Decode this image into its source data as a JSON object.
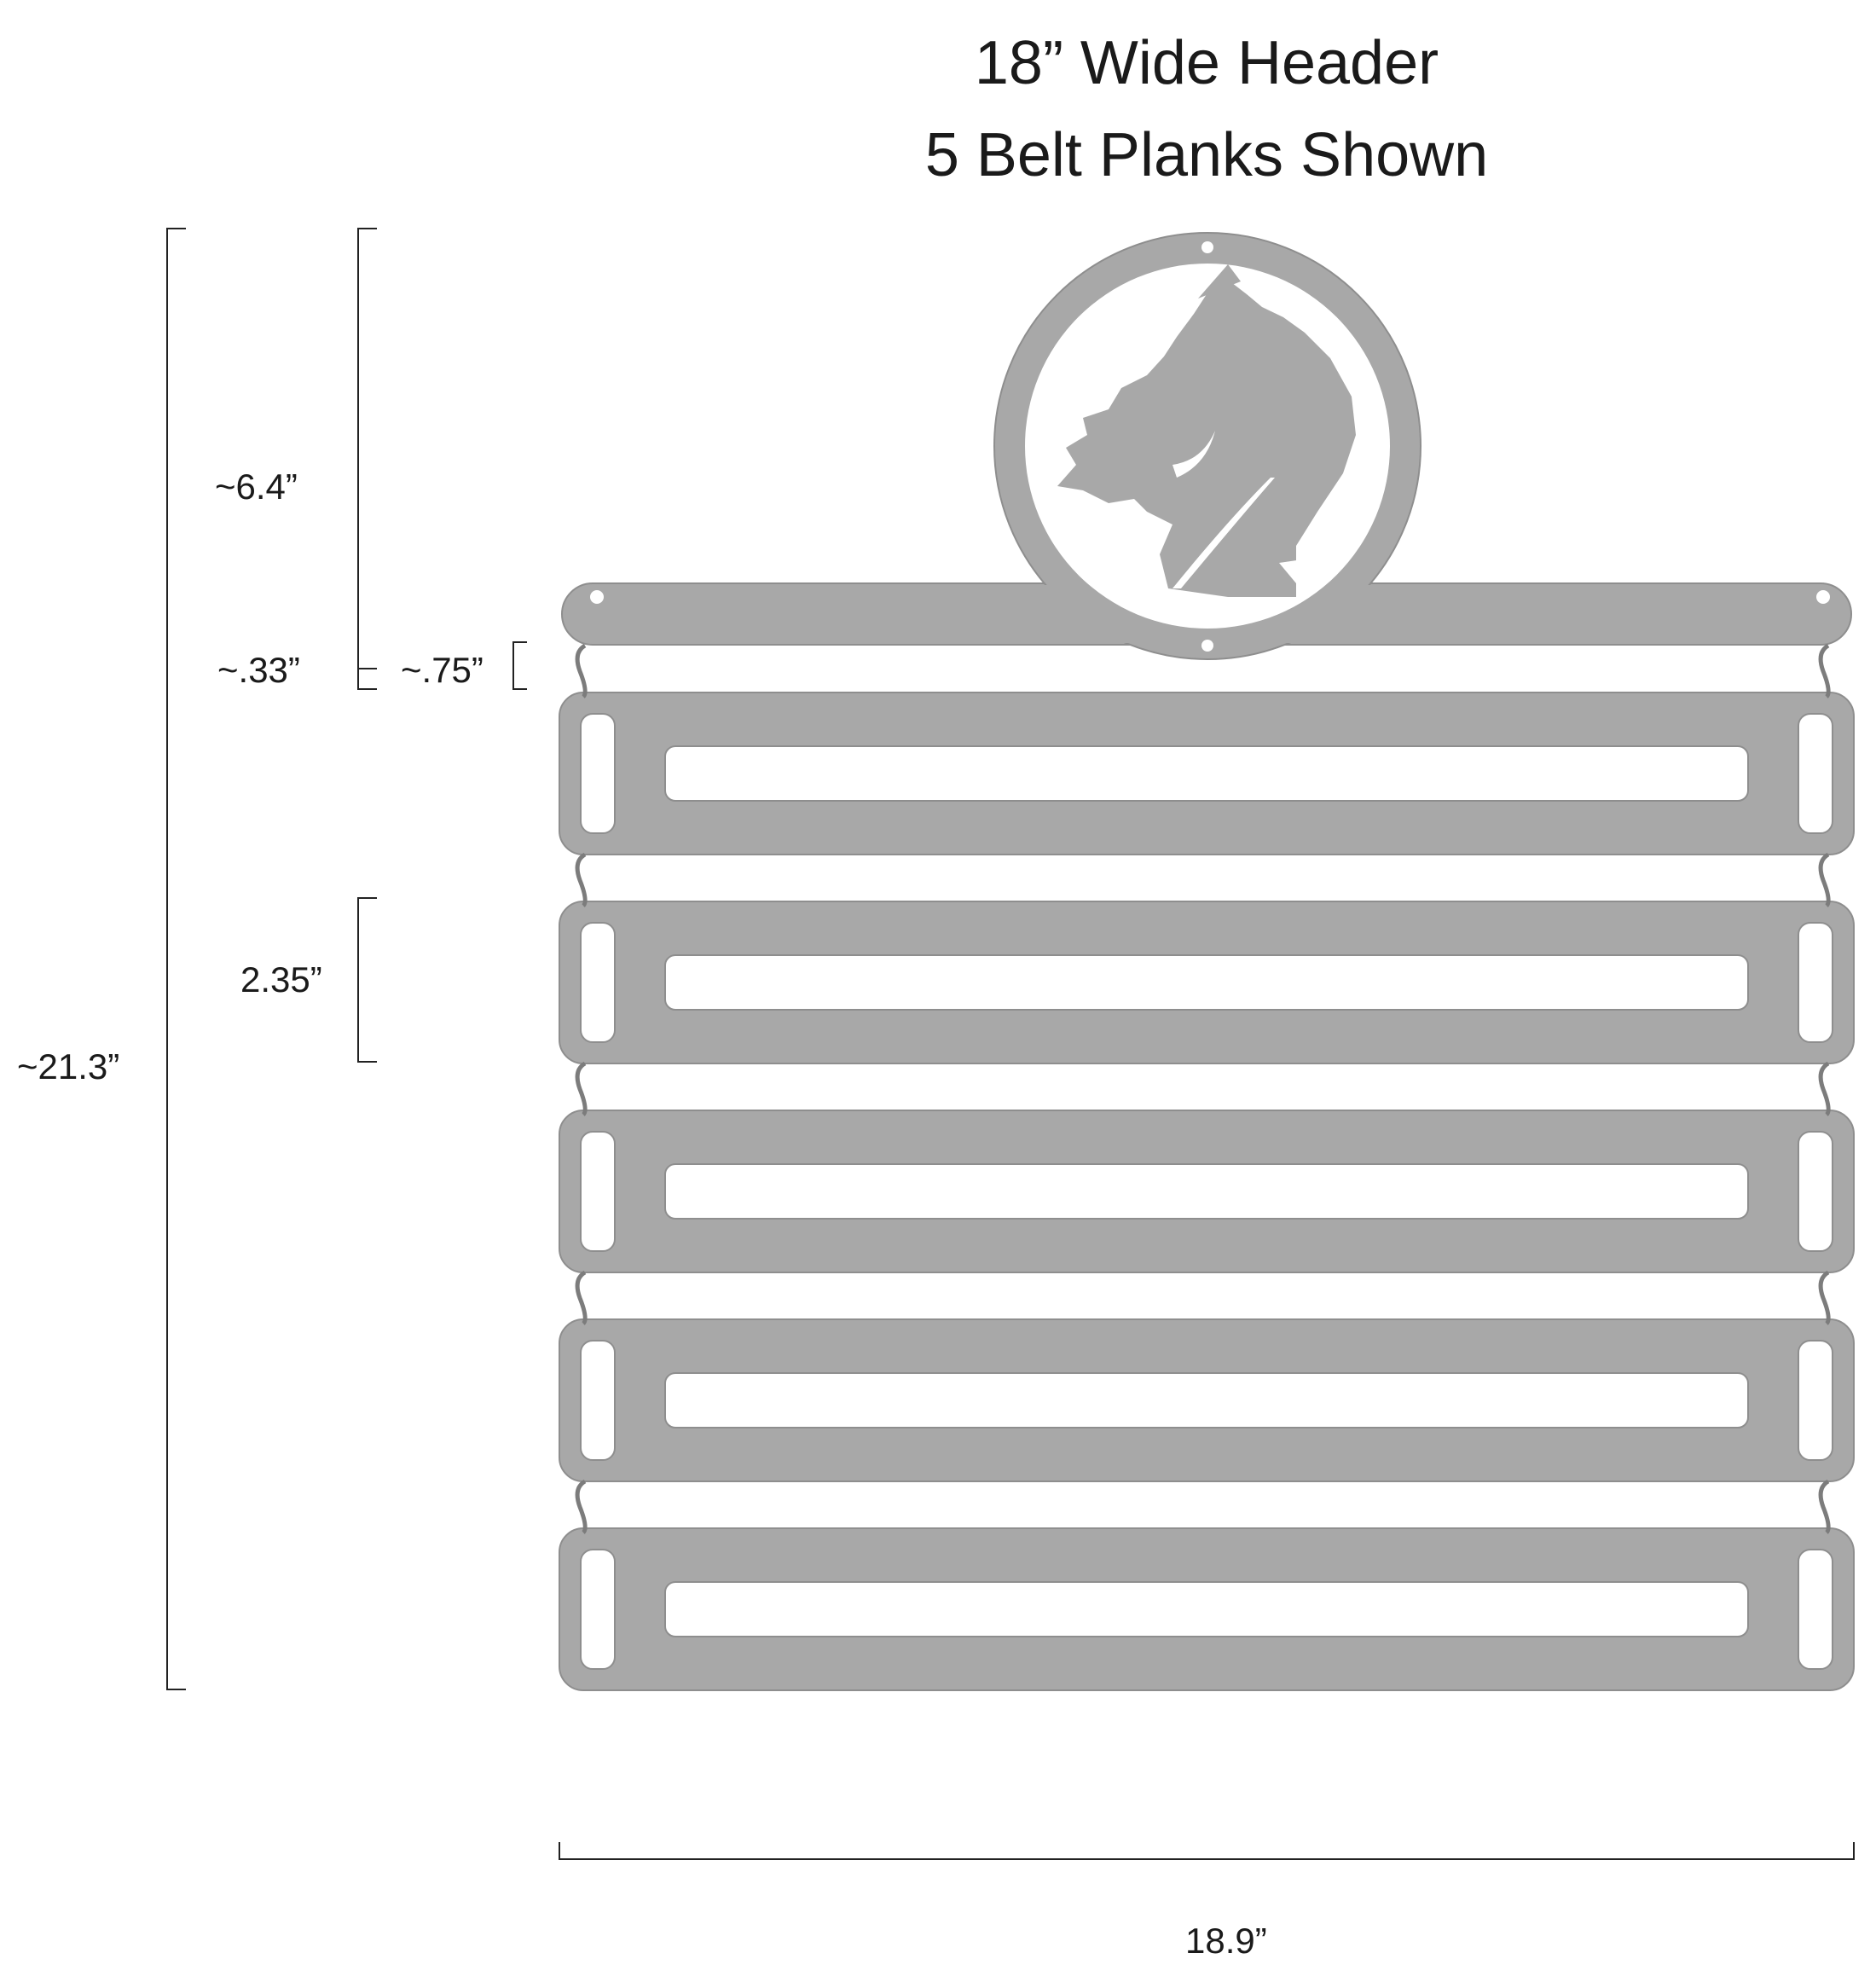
{
  "title": {
    "line1": "18”  Wide Header",
    "line2": "5 Belt Planks Shown"
  },
  "dimensions": {
    "total_height": "~21.3”",
    "header_height": "~6.4”",
    "header_bar_gap": "~.33”",
    "hook_gap": "~.75”",
    "plank_height": "2.35”",
    "total_width": "18.9”"
  },
  "product": {
    "plank_count": 5,
    "emblem": "dragon-head-icon",
    "metal_color": "#a8a8a8"
  }
}
